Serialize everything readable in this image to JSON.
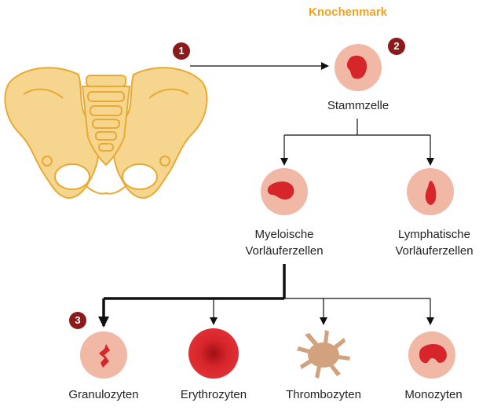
{
  "title": "Knochenmark",
  "steps": [
    "1",
    "2",
    "3"
  ],
  "labels": {
    "stem_cell": "Stammzelle",
    "myeloid_1": "Myeloische",
    "myeloid_2": "Vorläuferzellen",
    "lymphoid_1": "Lymphatische",
    "lymphoid_2": "Vorläuferzellen",
    "granulocytes": "Granulozyten",
    "erythrocytes": "Erythrozyten",
    "thrombocytes": "Thrombozyten",
    "monocytes": "Monozyten"
  },
  "colors": {
    "title": "#f4a11e",
    "bone_fill": "#f6d58e",
    "bone_stroke": "#e8a935",
    "cell_fill": "#f2b8a6",
    "nucleus": "#d7262b",
    "erythrocyte": "#d7262b",
    "thrombocyte": "#d2a27f",
    "badge": "#8b1a1a"
  }
}
